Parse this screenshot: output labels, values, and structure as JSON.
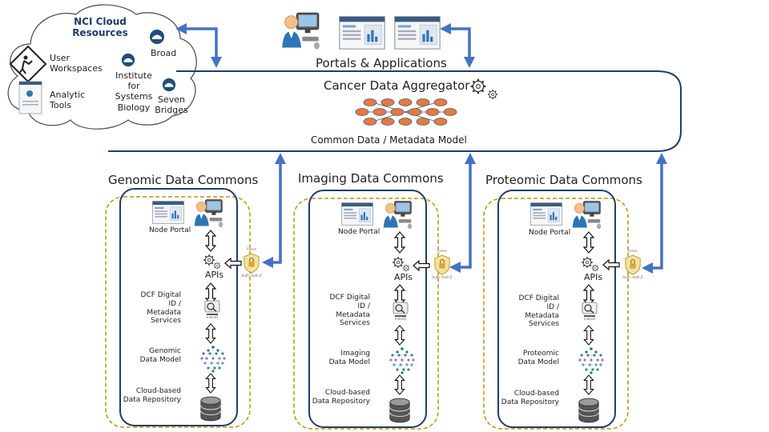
{
  "cloud": {
    "title": "NCI Cloud\nResources",
    "user_workspaces": "User\nWorkspaces",
    "analytic_tools": "Analytic\nTools",
    "broad": "Broad",
    "isb": "Institute for\nSystems\nBiology",
    "seven_bridges": "Seven\nBridges"
  },
  "top": {
    "portals": "Portals & Applications",
    "aggregator": "Cancer Data Aggregator",
    "common_model": "Common Data / Metadata Model"
  },
  "commons": [
    {
      "title": "Genomic Data Commons",
      "node_portal": "Node Portal",
      "apis": "APIs",
      "dcf": "DCF Digital\nID /\nMetadata\nServices",
      "data_model": "Genomic\nData Model",
      "repository": "Cloud-based\nData Repository"
    },
    {
      "title": "Imaging Data Commons",
      "node_portal": "Node Portal",
      "apis": "APIs",
      "dcf": "DCF Digital\nID /\nMetadata\nServices",
      "data_model": "Imaging\nData Model",
      "repository": "Cloud-based\nData Repository"
    },
    {
      "title": "Proteomic Data Commons",
      "node_portal": "Node Portal",
      "apis": "APIs",
      "dcf": "DCF Digital\nID /\nMetadata\nServices",
      "data_model": "Proteomic\nData Model",
      "repository": "Cloud-based\nData Repository"
    }
  ],
  "icons": {
    "fence_badge": "Fence",
    "fence_sub": "Auth. Auth.Z",
    "indexd": "IndexD"
  },
  "colors": {
    "arrow_blue": "#4472c4",
    "box_navy": "#1f3e6b",
    "dashed_gold": "#b8960c",
    "hex_orange": "#e8793a",
    "user_blue": "#2e75b6",
    "user_skin": "#f3c08a"
  }
}
